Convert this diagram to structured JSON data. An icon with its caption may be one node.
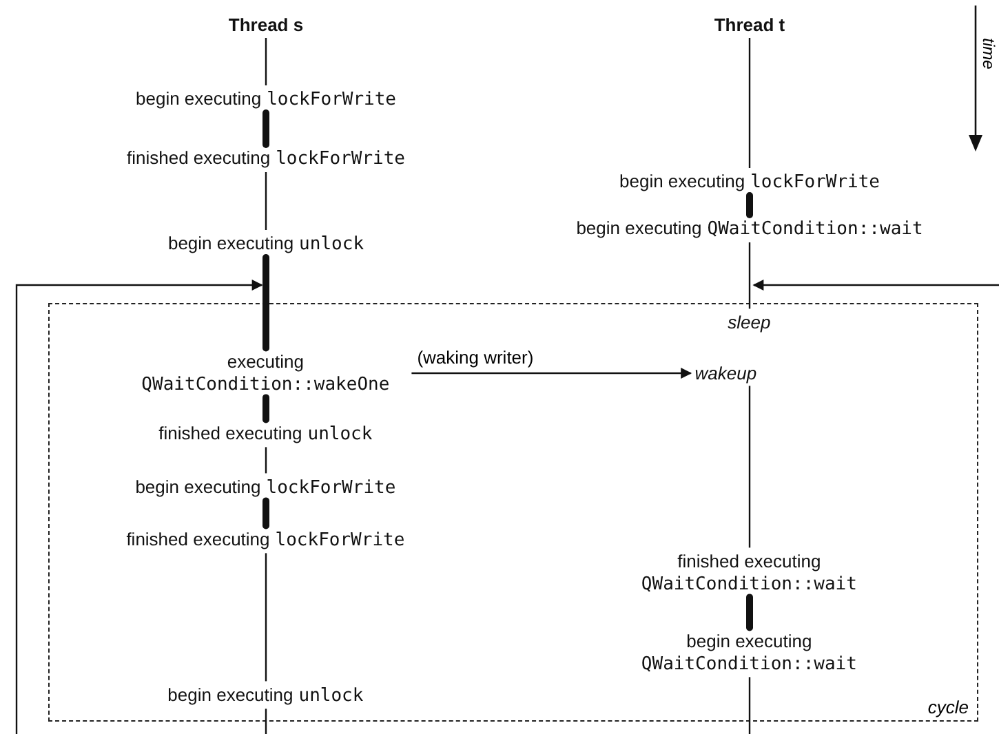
{
  "diagram": {
    "nodes": [
      {
        "text": [
          "Thread s"
        ]
      },
      {
        "text": [
          "begin executing",
          "lockForWrite"
        ]
      },
      {
        "text": [
          "finished executing",
          "lockForWrite"
        ]
      },
      {
        "text": [
          "begin executing",
          "unlock"
        ]
      },
      {
        "text": [
          "Thread t"
        ]
      },
      {
        "text": [
          "begin executing",
          "lockForWrite"
        ]
      },
      {
        "text": [
          "begin executing",
          "QWaitCondition::wait"
        ]
      },
      {
        "text": [
          "cycle"
        ]
      },
      {
        "text": [
          "executing",
          "QWaitCondition::wakeOne"
        ],
        "in": 7
      },
      {
        "text": [
          "finished executing",
          "unlock"
        ],
        "in": 7
      },
      {
        "text": [
          "begin executing",
          "lockForWrite"
        ],
        "in": 7
      },
      {
        "text": [
          "finished executing",
          "lockForWrite"
        ],
        "in": 7
      },
      {
        "text": [
          "begin executing",
          "unlock"
        ],
        "in": 7
      },
      {
        "text": [
          "sleep"
        ],
        "in": 7
      },
      {
        "text": [
          "wakeup"
        ],
        "in": 7
      },
      {
        "text": [
          "finished executing",
          "QWaitCondition::wait"
        ],
        "in": 7
      },
      {
        "text": [
          "begin executing",
          "QWaitCondition::wait"
        ],
        "in": 7
      }
    ],
    "edges": [
      {
        "from": 0,
        "to": 1,
        "arrow": "none"
      },
      {
        "from": 1,
        "to": 2,
        "arrow": "none",
        "style": "thick"
      },
      {
        "from": 2,
        "to": 3,
        "arrow": "none"
      },
      {
        "from": 3,
        "to": 8,
        "arrow": "none",
        "style": "thick"
      },
      {
        "from": 8,
        "to": 9,
        "arrow": "none",
        "style": "thick"
      },
      {
        "from": 9,
        "to": 10,
        "arrow": "none"
      },
      {
        "from": 10,
        "to": 11,
        "arrow": "none",
        "style": "thick"
      },
      {
        "from": 11,
        "to": 12,
        "arrow": "none"
      },
      {
        "from": 12,
        "to": null,
        "arrow": "none"
      },
      {
        "from": 4,
        "to": 5,
        "arrow": "none"
      },
      {
        "from": 5,
        "to": 6,
        "arrow": "none",
        "style": "thick"
      },
      {
        "from": 6,
        "to": 13,
        "arrow": "none"
      },
      {
        "from": 14,
        "to": 15,
        "arrow": "none"
      },
      {
        "from": 15,
        "to": 16,
        "arrow": "none",
        "style": "thick"
      },
      {
        "from": 16,
        "to": null,
        "arrow": "none"
      },
      {
        "from": 8,
        "to": 14,
        "arrow": "to",
        "label": "(waking writer)"
      },
      {
        "from": null,
        "to": 3,
        "arrow": "to"
      },
      {
        "from": null,
        "to": 6,
        "arrow": "to"
      }
    ],
    "labels": [
      "time"
    ]
  }
}
